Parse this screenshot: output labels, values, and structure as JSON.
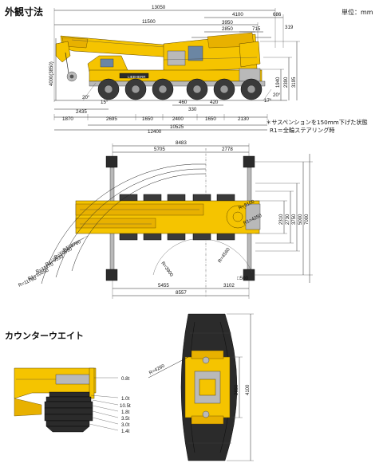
{
  "headings": {
    "dimensions": "外観寸法",
    "counterweight": "カウンターウエイト"
  },
  "unit_label": "単位：mm",
  "notes": {
    "suspension": "＊サスペンションを150mm下げた状態",
    "r1": "R1＝全輪ステアリング時"
  },
  "side_view": {
    "top": [
      "13050",
      "4100",
      "686",
      "11500",
      "3950",
      "2850",
      "715",
      "319"
    ],
    "left_heights": [
      "4000(3850)"
    ],
    "right_heights": [
      "1940",
      "2390",
      "3195"
    ],
    "angles": [
      "20°",
      "15°",
      "17°",
      "20°"
    ],
    "bottom_row1": [
      "2435",
      "460",
      "330",
      "420"
    ],
    "bottom_row2": [
      "1870",
      "2695",
      "1650",
      "2400",
      "1650",
      "2130"
    ],
    "bottom_row3": [
      "12400",
      "10525"
    ]
  },
  "plan_view": {
    "top": [
      "8483",
      "5705",
      "2778"
    ],
    "right": [
      "2310",
      "2730",
      "3750",
      "5000",
      "7000"
    ],
    "radii": [
      "R1=8760",
      "R=10550",
      "R1=9530",
      "R=11170",
      "R1=10050",
      "R=11780"
    ],
    "inner": [
      "R=3900",
      "R=4560",
      "R=5100",
      "R1=4250"
    ],
    "bottom": [
      "5455",
      "3102",
      "8557"
    ],
    "pad": "□500"
  },
  "counterweight": {
    "weights": [
      "0.8t",
      "1.0t",
      "10.5t",
      "1.8t",
      "3.5t",
      "3.0t",
      "1.4t"
    ],
    "radius": "R=4260",
    "dims": [
      "2650",
      "4100"
    ]
  }
}
